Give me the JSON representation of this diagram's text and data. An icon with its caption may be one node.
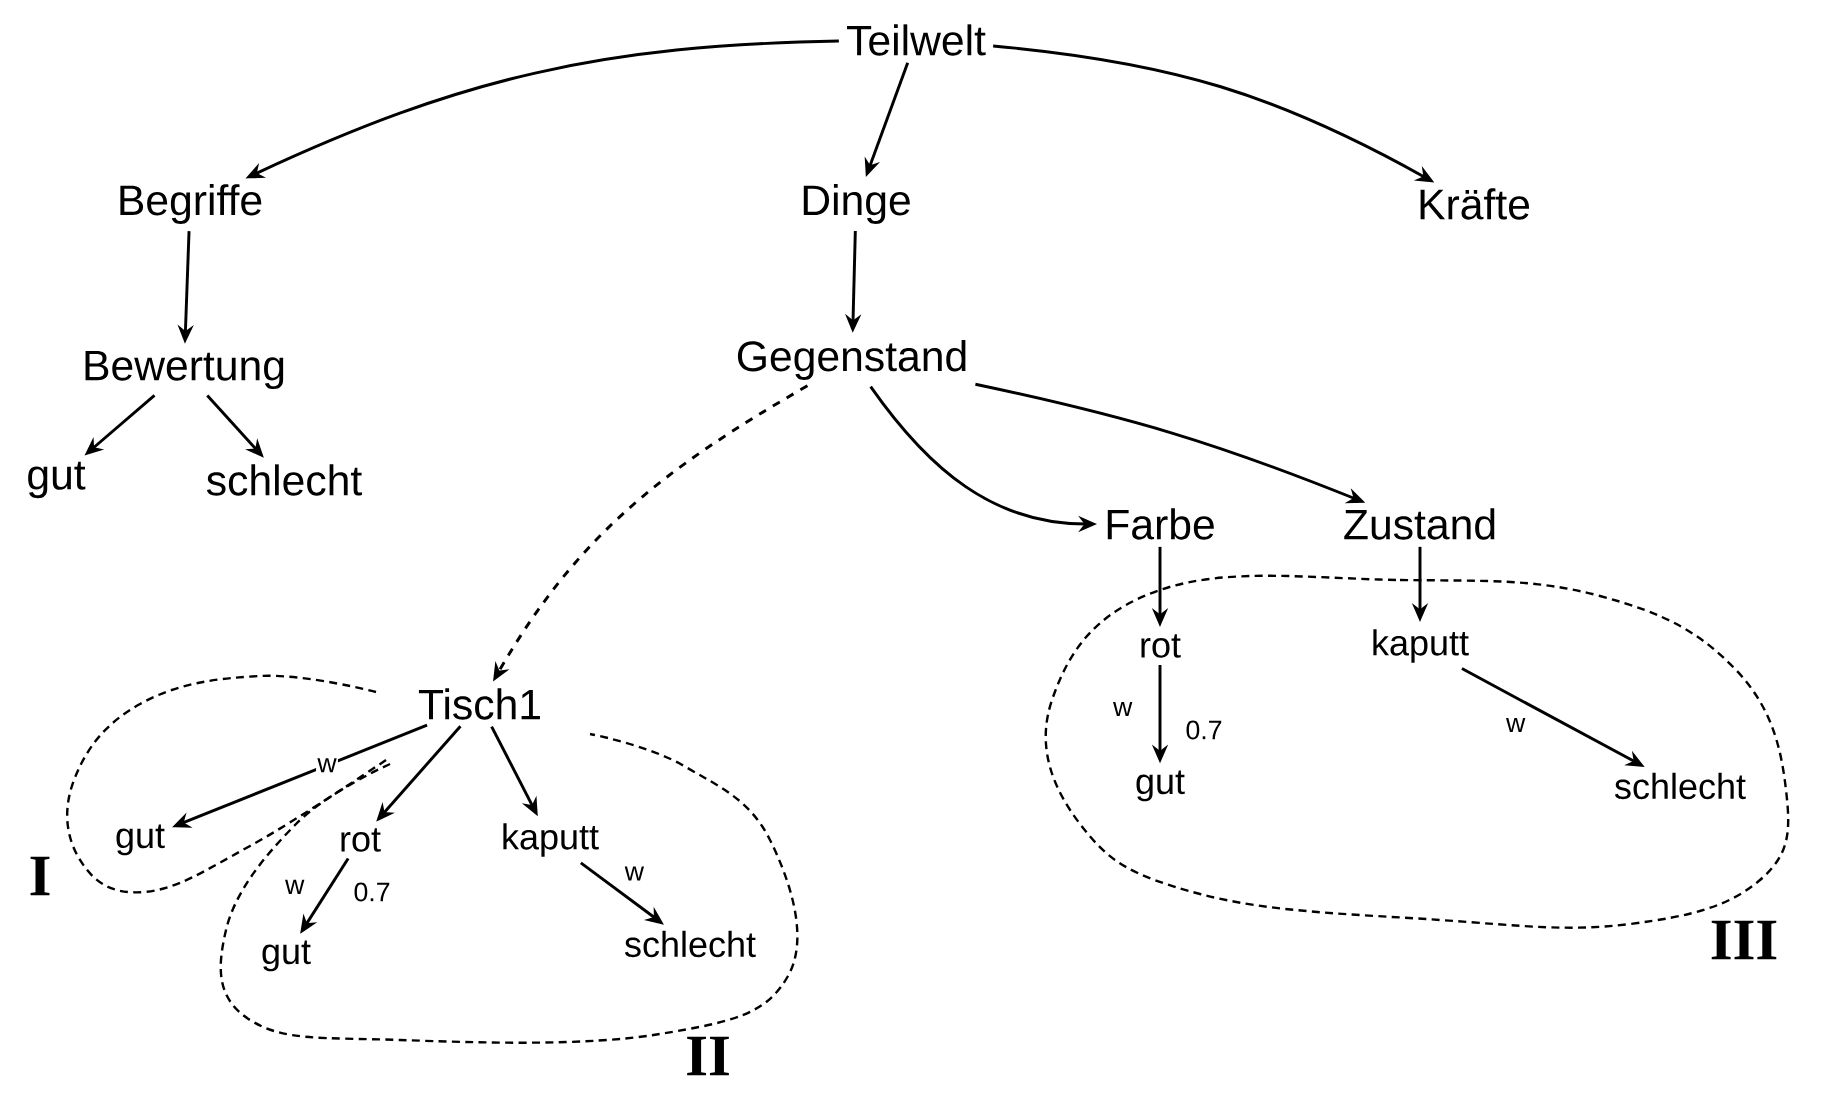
{
  "diagram": {
    "nodes": [
      {
        "text": [
          "Teilwelt"
        ]
      },
      {
        "text": [
          "Begriffe"
        ]
      },
      {
        "text": [
          "Dinge"
        ]
      },
      {
        "text": [
          "Kräfte"
        ]
      },
      {
        "text": [
          "Bewertung"
        ]
      },
      {
        "text": [
          "Gegenstand"
        ]
      },
      {
        "text": [
          "gut"
        ]
      },
      {
        "text": [
          "schlecht"
        ]
      },
      {
        "text": [
          "Farbe"
        ]
      },
      {
        "text": [
          "Zustand"
        ]
      },
      {
        "text": [],
        "shape": "blob",
        "beside": [
          "III"
        ]
      },
      {
        "text": [
          "rot"
        ],
        "in": 10
      },
      {
        "text": [
          "kaputt"
        ],
        "in": 10
      },
      {
        "text": [
          "gut"
        ],
        "in": 10
      },
      {
        "text": [
          "schlecht"
        ],
        "in": 10
      },
      {
        "text": [
          "Tisch1"
        ]
      },
      {
        "text": [],
        "shape": "blob",
        "beside": [
          "I"
        ]
      },
      {
        "text": [
          "gut"
        ],
        "in": 16
      },
      {
        "text": [],
        "shape": "blob",
        "beside": [
          "II"
        ]
      },
      {
        "text": [
          "rot"
        ]
      },
      {
        "text": [
          "kaputt"
        ],
        "in": 18
      },
      {
        "text": [
          "gut"
        ],
        "in": 18
      },
      {
        "text": [
          "schlecht"
        ],
        "in": 18
      }
    ],
    "edges": [
      {
        "from": 0,
        "to": 1,
        "arrow": "to"
      },
      {
        "from": 0,
        "to": 2,
        "arrow": "to"
      },
      {
        "from": 0,
        "to": 3,
        "arrow": "to"
      },
      {
        "from": 1,
        "to": 4,
        "arrow": "to"
      },
      {
        "from": 2,
        "to": 5,
        "arrow": "to"
      },
      {
        "from": 4,
        "to": 6,
        "arrow": "to"
      },
      {
        "from": 4,
        "to": 7,
        "arrow": "to"
      },
      {
        "from": 5,
        "to": 15,
        "arrow": "to",
        "style": "dashed"
      },
      {
        "from": 5,
        "to": 8,
        "arrow": "to"
      },
      {
        "from": 5,
        "to": 9,
        "arrow": "to"
      },
      {
        "from": 8,
        "to": 11,
        "arrow": "to"
      },
      {
        "from": 9,
        "to": 12,
        "arrow": "to"
      },
      {
        "from": 11,
        "to": 13,
        "arrow": "to",
        "label": "w"
      },
      {
        "from": 12,
        "to": 14,
        "arrow": "to",
        "label": "w"
      },
      {
        "from": 15,
        "to": 17,
        "arrow": "to",
        "label": "w"
      },
      {
        "from": 15,
        "to": 19,
        "arrow": "to"
      },
      {
        "from": 15,
        "to": 20,
        "arrow": "to"
      },
      {
        "from": 19,
        "to": 21,
        "arrow": "to",
        "label": "w"
      },
      {
        "from": 20,
        "to": 22,
        "arrow": "to",
        "label": "w"
      }
    ],
    "labels": [
      "0.7",
      "0.7"
    ]
  }
}
